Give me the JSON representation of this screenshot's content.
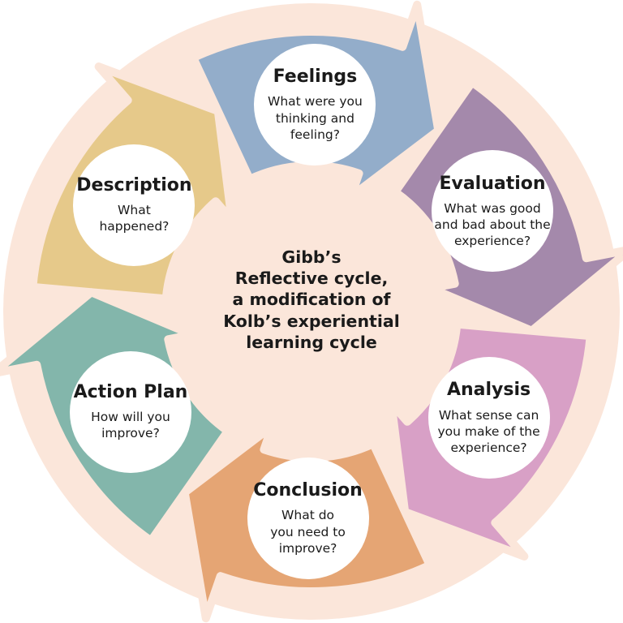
{
  "center_title": "Gibb’s\nReflective cycle,\na modification of\nKolb’s experiential\nlearning cycle",
  "colors": {
    "background_disc": "#fbe6da",
    "description": "#e6c98a",
    "feelings": "#93adca",
    "evaluation": "#a489ab",
    "analysis": "#d8a0c6",
    "conclusion": "#e5a574",
    "action_plan": "#83b6ab"
  },
  "stages": [
    {
      "id": "description",
      "title": "Description",
      "text": "What\nhappened?"
    },
    {
      "id": "feelings",
      "title": "Feelings",
      "text": "What were you\nthinking and\nfeeling?"
    },
    {
      "id": "evaluation",
      "title": "Evaluation",
      "text": "What was good\nand bad about the\nexperience?"
    },
    {
      "id": "analysis",
      "title": "Analysis",
      "text": "What sense can\nyou make of the\nexperience?"
    },
    {
      "id": "conclusion",
      "title": "Conclusion",
      "text": "What do\nyou need to\nimprove?"
    },
    {
      "id": "action_plan",
      "title": "Action Plan",
      "text": "How will you\nimprove?"
    }
  ]
}
